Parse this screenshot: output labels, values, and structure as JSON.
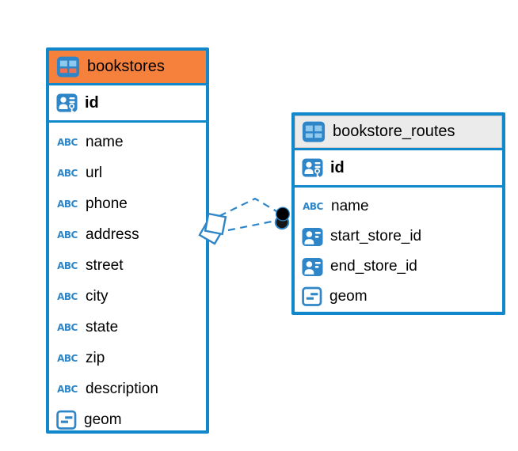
{
  "icons": {
    "text_type_label": "ABC"
  },
  "colors": {
    "table_border": "#1188CB",
    "bookstores_header": "#F5813C",
    "routes_header": "#EBEBEB",
    "icon_blue": "#2E86C8",
    "icon_cell_light": "#8FC9EE",
    "icon_cell_orange": "#F0714D",
    "relation_line": "#2E86C8",
    "text": "#000000"
  },
  "tables": [
    {
      "name": "bookstores",
      "primary_key": "id",
      "columns": [
        {
          "name": "name",
          "type": "text"
        },
        {
          "name": "url",
          "type": "text"
        },
        {
          "name": "phone",
          "type": "text"
        },
        {
          "name": "address",
          "type": "text"
        },
        {
          "name": "street",
          "type": "text"
        },
        {
          "name": "city",
          "type": "text"
        },
        {
          "name": "state",
          "type": "text"
        },
        {
          "name": "zip",
          "type": "text"
        },
        {
          "name": "description",
          "type": "text"
        },
        {
          "name": "geom",
          "type": "geometry"
        }
      ]
    },
    {
      "name": "bookstore_routes",
      "primary_key": "id",
      "columns": [
        {
          "name": "name",
          "type": "text"
        },
        {
          "name": "start_store_id",
          "type": "foreign-key"
        },
        {
          "name": "end_store_id",
          "type": "foreign-key"
        },
        {
          "name": "geom",
          "type": "geometry"
        }
      ]
    }
  ],
  "relationship": {
    "from_table": "bookstores",
    "to_table": "bookstore_routes",
    "line_style": "dashed",
    "line_count": 2
  }
}
